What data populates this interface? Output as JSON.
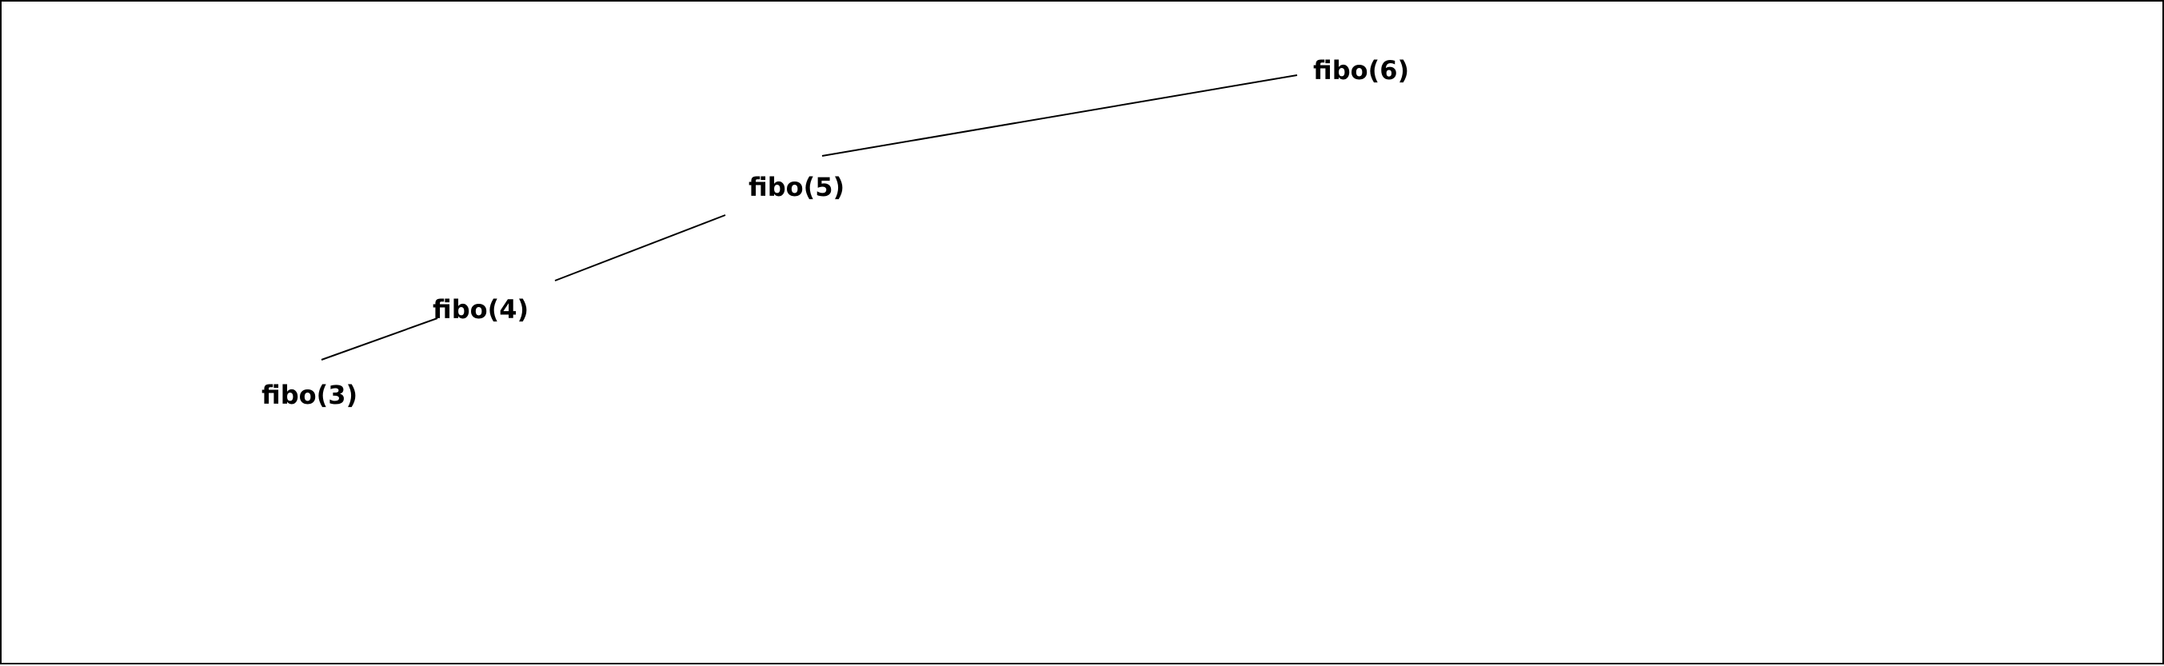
{
  "diagram": {
    "type": "tree",
    "nodes": [
      {
        "id": "fibo6",
        "label": "fibo(6)"
      },
      {
        "id": "fibo5",
        "label": "fibo(5)"
      },
      {
        "id": "fibo4",
        "label": "fibo(4)"
      },
      {
        "id": "fibo3",
        "label": "fibo(3)"
      }
    ],
    "edges": [
      {
        "from": "fibo6",
        "to": "fibo5"
      },
      {
        "from": "fibo5",
        "to": "fibo4"
      },
      {
        "from": "fibo4",
        "to": "fibo3"
      }
    ]
  },
  "colors": {
    "background": "#ffffff",
    "text": "#000000",
    "edge": "#000000",
    "border": "#000000"
  }
}
